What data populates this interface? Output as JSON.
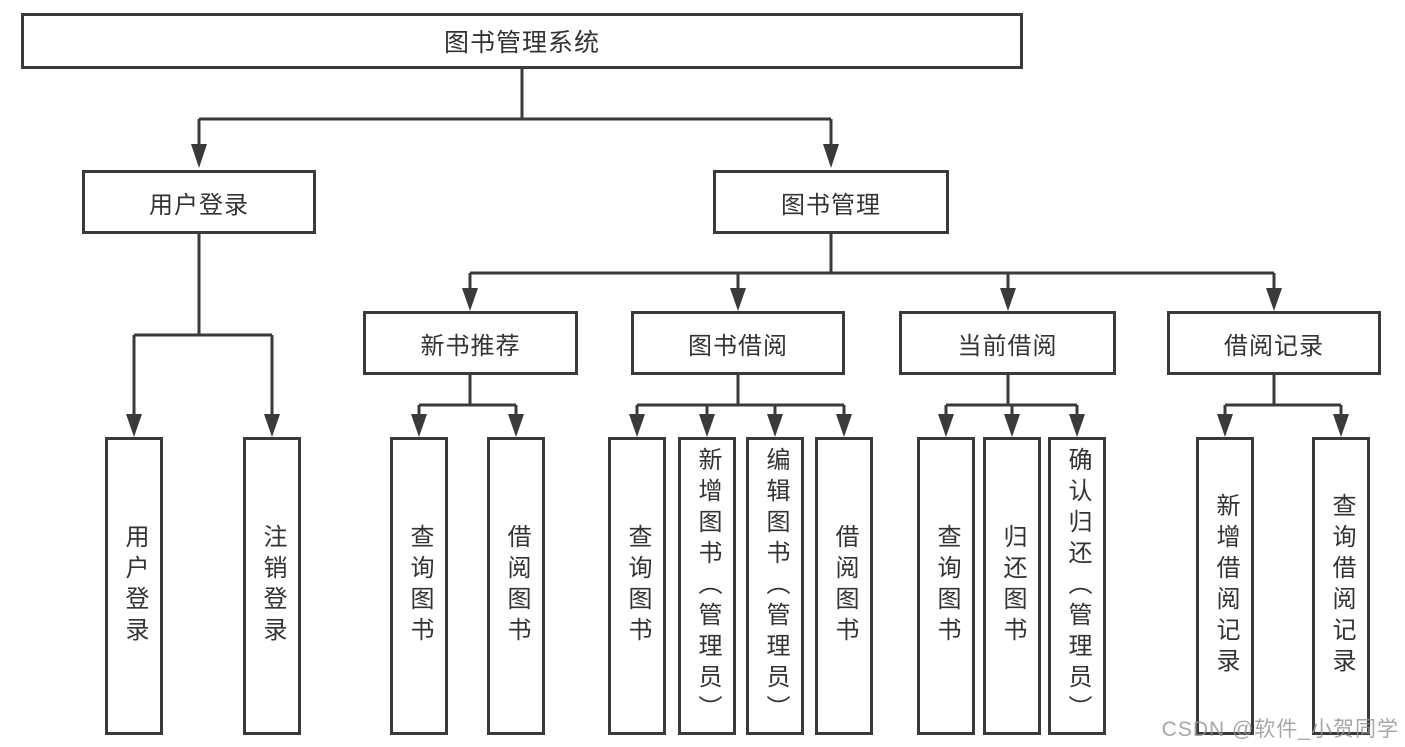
{
  "tree": {
    "root": {
      "label": "图书管理系统"
    },
    "children": [
      {
        "label": "用户登录",
        "children": [
          {
            "label": "用户登录"
          },
          {
            "label": "注销登录"
          }
        ]
      },
      {
        "label": "图书管理",
        "children": [
          {
            "label": "新书推荐",
            "children": [
              {
                "label": "查询图书"
              },
              {
                "label": "借阅图书"
              }
            ]
          },
          {
            "label": "图书借阅",
            "children": [
              {
                "label": "查询图书"
              },
              {
                "label": "新增图书（管理员）"
              },
              {
                "label": "编辑图书（管理员）"
              },
              {
                "label": "借阅图书"
              }
            ]
          },
          {
            "label": "当前借阅",
            "children": [
              {
                "label": "查询图书"
              },
              {
                "label": "归还图书"
              },
              {
                "label": "确认归还（管理员）"
              }
            ]
          },
          {
            "label": "借阅记录",
            "children": [
              {
                "label": "新增借阅记录"
              },
              {
                "label": "查询借阅记录"
              }
            ]
          }
        ]
      }
    ]
  },
  "watermark": {
    "text": "CSDN @软件_小贺同学"
  },
  "colors": {
    "line": "#3a3a3a",
    "text": "#333333",
    "background": "#ffffff",
    "watermark": "#949494"
  }
}
